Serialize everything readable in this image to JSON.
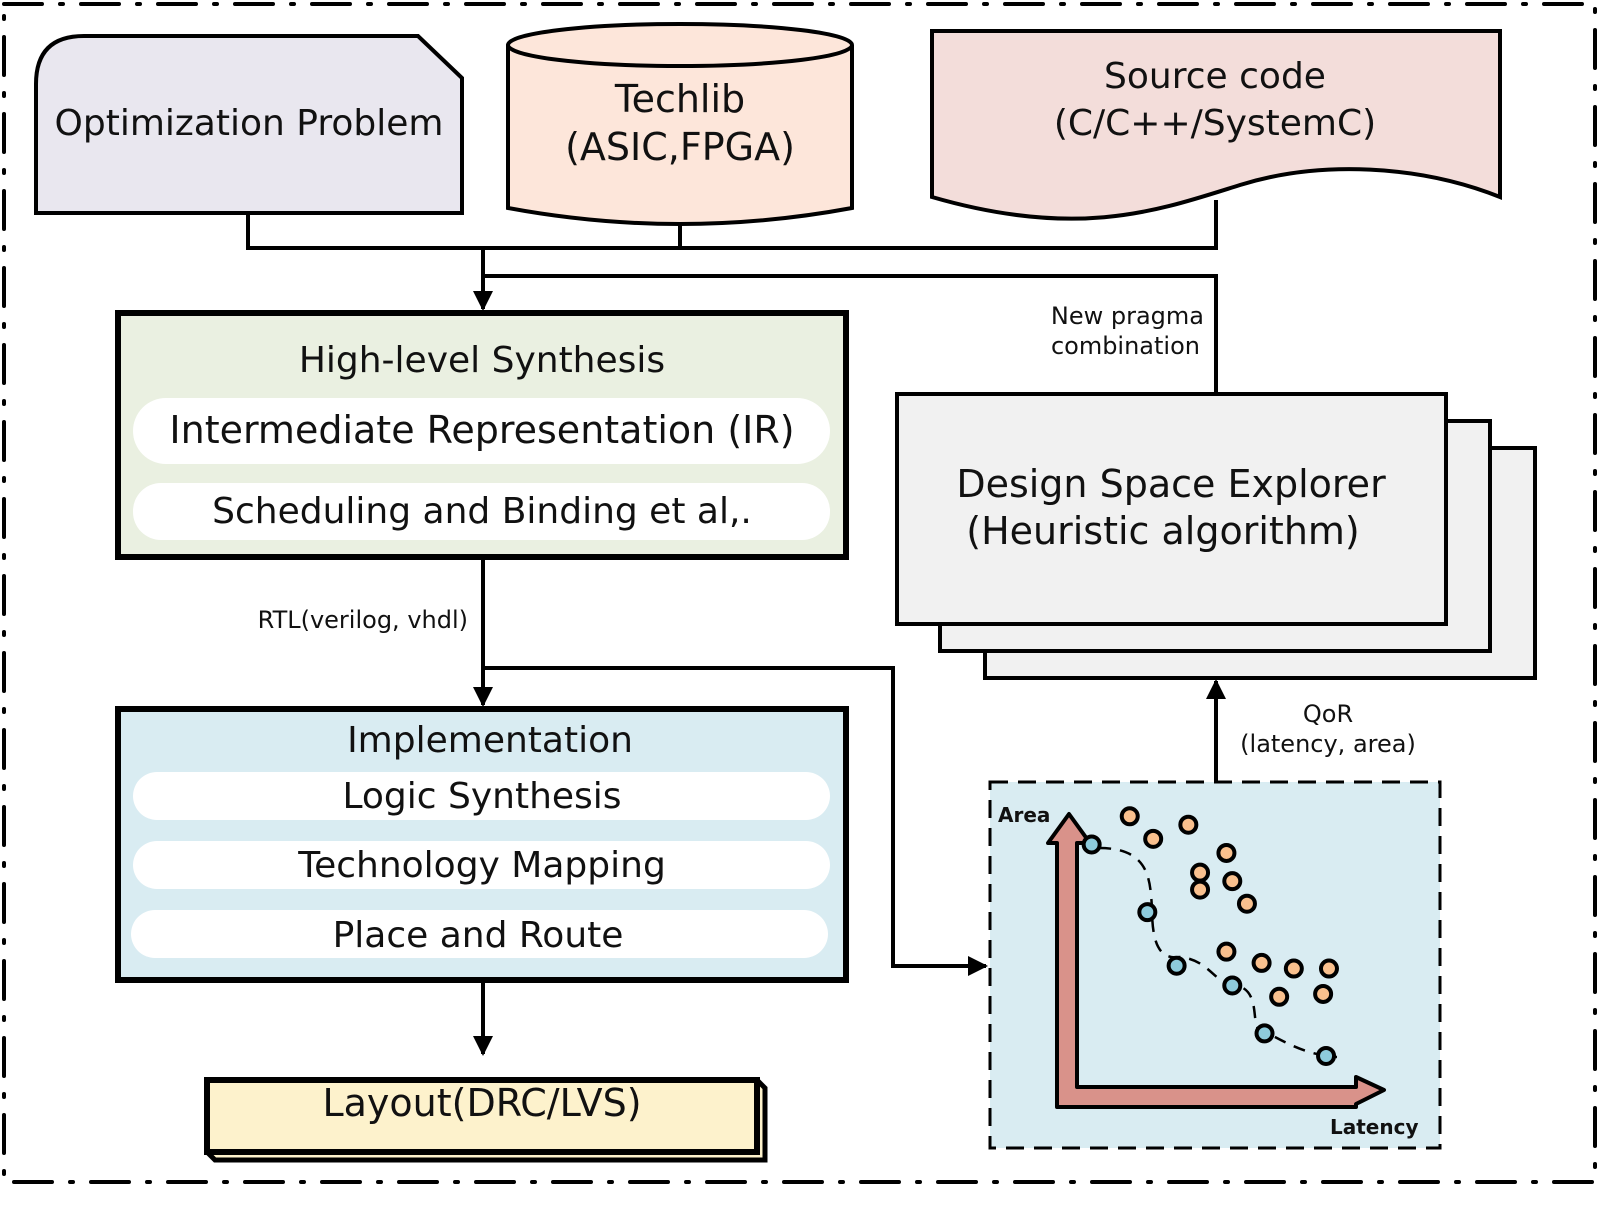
{
  "diagram": {
    "inputs": {
      "optimization_problem": {
        "label": "Optimization Problem",
        "color": "#e9e7ef"
      },
      "techlib": {
        "line1": "Techlib",
        "line2": "(ASIC,FPGA)",
        "color": "#fde6da"
      },
      "source_code": {
        "line1": "Source code",
        "line2": "(C/C++/SystemC)",
        "color": "#f3ddda"
      }
    },
    "hls": {
      "title": "High-level Synthesis",
      "color": "#eaf0e1",
      "steps": [
        "Intermediate Representation (IR)",
        "Scheduling and Binding et al,."
      ]
    },
    "rtl_label": "RTL(verilog, vhdl)",
    "implementation": {
      "title": "Implementation",
      "color": "#d9ecf2",
      "steps": [
        "Logic Synthesis",
        "Technology Mapping",
        "Place and Route"
      ]
    },
    "layout": {
      "label": "Layout(DRC/LVS)",
      "color": "#fdf2cc"
    },
    "dse": {
      "line1": "Design Space Explorer",
      "line2": "(Heuristic algorithm)",
      "color": "#f1f1f1"
    },
    "feedback_label": {
      "line1": "New pragma",
      "line2": "combination"
    },
    "qor_label": {
      "line1": "QoR",
      "line2": "(latency, area)"
    },
    "pareto_panel": {
      "color": "#d9ecf2",
      "axis_color": "#d9928a",
      "x_axis_label": "Latency",
      "y_axis_label": "Area",
      "pareto_point_color": "#8ecbdc",
      "dominated_point_color": "#f9c08e",
      "pareto_points": [
        [
          0.05,
          0.86
        ],
        [
          0.24,
          0.62
        ],
        [
          0.34,
          0.43
        ],
        [
          0.53,
          0.36
        ],
        [
          0.64,
          0.19
        ],
        [
          0.85,
          0.11
        ]
      ],
      "dominated_points": [
        [
          0.18,
          0.96
        ],
        [
          0.26,
          0.88
        ],
        [
          0.38,
          0.93
        ],
        [
          0.51,
          0.83
        ],
        [
          0.42,
          0.76
        ],
        [
          0.53,
          0.73
        ],
        [
          0.42,
          0.7
        ],
        [
          0.58,
          0.65
        ],
        [
          0.51,
          0.48
        ],
        [
          0.63,
          0.44
        ],
        [
          0.74,
          0.42
        ],
        [
          0.86,
          0.42
        ],
        [
          0.69,
          0.32
        ],
        [
          0.84,
          0.33
        ]
      ]
    }
  }
}
